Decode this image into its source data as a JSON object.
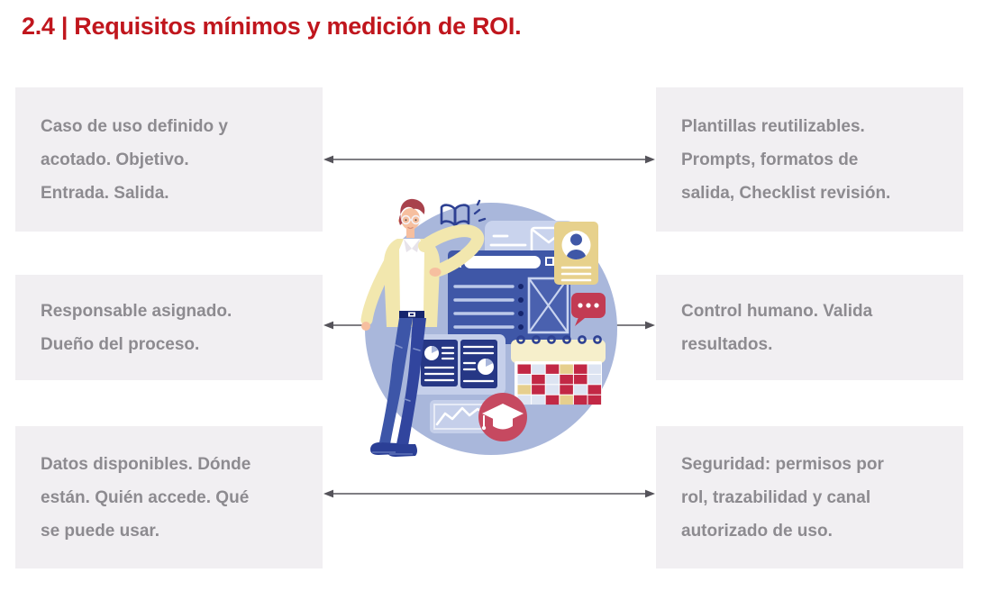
{
  "title": "2.4 | Requisitos mínimos y medición de ROI.",
  "colors": {
    "title": "#C0161D",
    "box_background": "#F1EFF2",
    "box_text": "#8D8B90",
    "arrow": "#55535A",
    "illustration_circle": "#A9B7DB",
    "illustration_navy": "#2E4193",
    "illustration_panel_navy": "#263785",
    "illustration_red": "#C23B53",
    "illustration_yellow": "#F2E7AE",
    "illustration_cream": "#F6EFCB",
    "illustration_tan": "#E7D18C"
  },
  "left_boxes": [
    {
      "lines": [
        "Caso de uso definido y",
        "acotado. Objetivo.",
        "Entrada. Salida."
      ]
    },
    {
      "lines": [
        "Responsable asignado.",
        "Dueño del proceso."
      ]
    },
    {
      "lines": [
        "Datos disponibles. Dónde",
        "están. Quién accede. Qué",
        "se puede usar."
      ]
    }
  ],
  "right_boxes": [
    {
      "lines": [
        "Plantillas reutilizables.",
        "Prompts, formatos de",
        "salida, Checklist revisión."
      ]
    },
    {
      "lines": [
        "Control humano. Valida",
        "resultados."
      ]
    },
    {
      "lines": [
        "Seguridad: permisos por",
        "rol, trazabilidad y canal",
        "autorizado de uso."
      ]
    }
  ],
  "illustration": {
    "icons": [
      "person-leaning",
      "open-book",
      "sparkle",
      "chat-message-envelope",
      "browser-window",
      "user-profile-card",
      "typing-dots-bubble",
      "pie-chart-reports",
      "calendar-grid",
      "line-chart",
      "graduation-cap-badge"
    ]
  }
}
